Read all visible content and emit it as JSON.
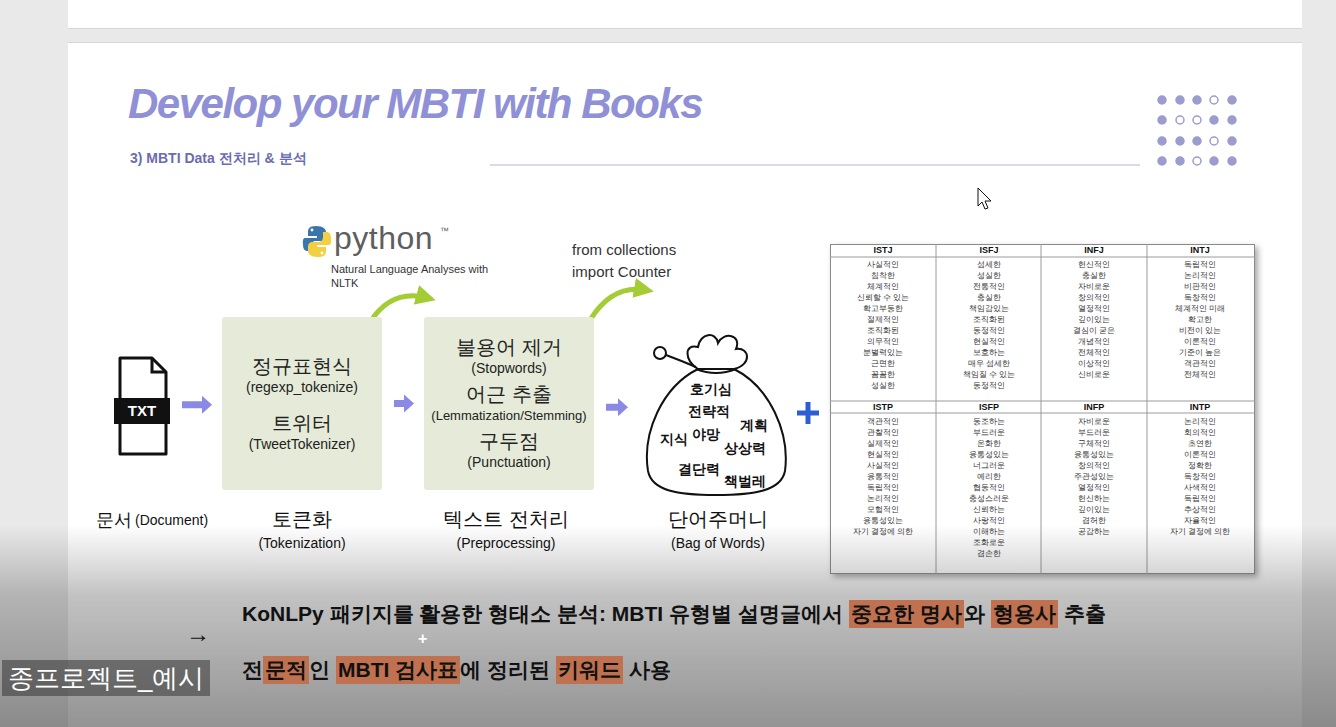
{
  "diagram": {
    "title": "Develop your MBTI with Books",
    "nodes": [
      {
        "text": [
          "TXT"
        ]
      },
      {
        "text": [
          "정규표현식",
          "(regexp_tokenize)",
          "트위터",
          "(TweetTokenizer)"
        ]
      },
      {
        "text": [
          "불용어 제거",
          "(Stopwords)",
          "어근 추출",
          "(Lemmatization/Stemming)",
          "구두점",
          "(Punctuation)"
        ]
      },
      {
        "text": [
          "호기심",
          "전략적",
          "계획",
          "지식",
          "야망",
          "상상력",
          "결단력",
          "책벌레"
        ]
      }
    ],
    "edges": [
      {
        "from": 0,
        "to": 1,
        "arrow": "to"
      },
      {
        "from": 1,
        "to": 2,
        "arrow": "to"
      },
      {
        "from": 2,
        "to": 3,
        "arrow": "to"
      }
    ],
    "labels": [
      "3) MBTI Data 전처리 & 분석",
      "python",
      "™",
      "Natural Language Analyses with NLTK",
      "from collections import Counter",
      "문서",
      "(Document)",
      "토큰화",
      "(Tokenization)",
      "텍스트 전처리",
      "(Preprocessing)",
      "단어주머니",
      "(Bag of Words)",
      "ISTJ",
      "ISFJ",
      "INFJ",
      "INTJ",
      "사실적인",
      "침착한",
      "체계적인",
      "신뢰할 수 있는",
      "확고부동한",
      "절제적인",
      "조직화된",
      "의무적인",
      "분별력있는",
      "근면한",
      "꼼꼼한",
      "성실한",
      "섬세한",
      "성실한",
      "전통적인",
      "충실한",
      "책임감있는",
      "조직화된",
      "동정적인",
      "현실적인",
      "보호하는",
      "매우 섬세한",
      "책임질 수 있는",
      "동정적인",
      "헌신적인",
      "충실한",
      "자비로운",
      "창의적인",
      "열정적인",
      "깊이있는",
      "결심이 굳은",
      "개념적인",
      "전체적인",
      "이상적인",
      "신비로운",
      "독립적인",
      "논리적인",
      "비판적인",
      "독창적인",
      "체계적인 미래",
      "확고한",
      "비전이 있는",
      "이론적인",
      "기준이 높은",
      "객관적인",
      "전체적인",
      "ISTP",
      "ISFP",
      "INFP",
      "INTP",
      "객관적인",
      "관찰적인",
      "실제적인",
      "현실적인",
      "사실적인",
      "융통적인",
      "독립적인",
      "논리적인",
      "모험적인",
      "융통성있는",
      "자기 결정에 의한",
      "동조하는",
      "부드러운",
      "온화한",
      "융통성있는",
      "너그러운",
      "예리한",
      "협동적인",
      "충성스러운",
      "신뢰하는",
      "사랑적인",
      "이해하는",
      "조화로운",
      "겸손한",
      "자비로운",
      "부드러운",
      "구체적인",
      "융통성있는",
      "창의적인",
      "주관성있는",
      "열정적인",
      "헌신하는",
      "깊이있는",
      "겸허한",
      "공감하는",
      "논리적인",
      "회의적인",
      "초연한",
      "이론적인",
      "정확한",
      "독창적인",
      "사색적인",
      "독립적인",
      "추상적인",
      "자율적인",
      "자기 결정에 의한",
      "→",
      "KoNLPy 패키지를 활용한 형태소 분석: MBTI 유형별 설명글에서",
      "중요한 명사",
      "와",
      "형용사",
      "추출",
      "+",
      "전",
      "문적",
      "인",
      "MBTI 검사표",
      "에 정리된",
      "키워드",
      "사용",
      "종프로젝트_예시"
    ]
  }
}
